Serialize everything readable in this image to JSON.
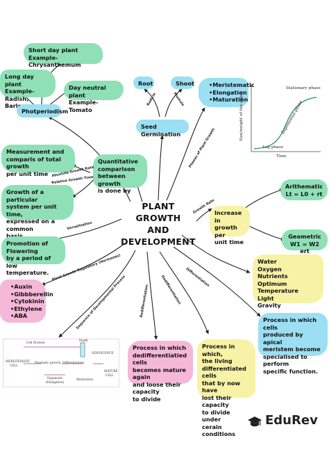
{
  "center_title": [
    "PLANT GROWTH",
    "AND",
    "DEVELOPMENT"
  ],
  "photoperiodism": {
    "short_day": [
      "Short day plant",
      "Example- Chrysanthemum"
    ],
    "long_day": [
      "Long day plant",
      "Example- Radish,",
      "Barley"
    ],
    "day_neutral": [
      "Day neutral plant",
      "Example- Tomato"
    ],
    "label": "Photperiodism"
  },
  "seed_germination": {
    "root": "Root",
    "shoot": "Shoot",
    "radicle": "Radicle",
    "plumule": "Plumule",
    "label": "Seed Germination"
  },
  "phases": {
    "items": [
      "Meristematic",
      "Elongation",
      "Maturation"
    ],
    "link_label": "Phases of Plant Growth"
  },
  "growth_graph": {
    "title": "Stationary phase",
    "mid": "Exponential phase",
    "lag": "Lag phase",
    "xlabel": "Time",
    "ylabel": "Size/weight of the organ"
  },
  "quantitative": {
    "text": [
      "Quantitative",
      "comparison",
      "between growth",
      "is done by"
    ],
    "absolute_label": "Absolute Growth Rate",
    "relative_label": "Relative Growth Time",
    "measurement": [
      "Measurement and",
      "comparis of total growth",
      "per unit time"
    ],
    "growth_particular": [
      "Growth of a particular",
      "system per unit time,",
      "expressed on a common",
      "basis."
    ]
  },
  "vernalisation": {
    "link_label": "Vernalisation",
    "text": [
      "Promotion of Flowering",
      "by a period of low",
      "temperature."
    ]
  },
  "regulators": {
    "link_label": "Plant Growth Regulatory (Hormones)",
    "items": [
      "Auxin",
      "Gibbberellin",
      "Cytokinin",
      "Ethylene",
      "ABA"
    ]
  },
  "growth_rate": {
    "link_label": "Growth Rate",
    "text": [
      "Increase in",
      "growth per",
      "unit time"
    ],
    "arithmetic": [
      "Arithematic",
      "Lt = L0 + rt"
    ],
    "geometric": [
      "Geometric",
      "W1 = W2 ert"
    ]
  },
  "conditions": [
    "Water",
    "Oxygen",
    "Nutrients",
    "Optimum Temperature",
    "Light",
    "Gravity"
  ],
  "sequence": {
    "link_label": "Sequence of Developmental Process",
    "diagram": {
      "cell_division": "Cell Division",
      "death": "Death",
      "meristematic": [
        "MERISTEMATIC",
        "CELL"
      ],
      "plasmatic": "Plasmatic growth",
      "differentiation": "Differentiation",
      "senescence": "SENESCENCE",
      "expansion": [
        "Expansion",
        "(Elongation)"
      ],
      "maturation": "Maturation",
      "mature_cell": [
        "MATURE",
        "CELL"
      ]
    }
  },
  "redifferentiation": {
    "link_label": "Redifferentiation",
    "text": [
      "Process in which",
      "dedifferentiatied cells",
      "becomes mature again",
      "and loose their capacity",
      "to divide"
    ]
  },
  "dedifferentiation": {
    "link_label": "Dedifferentiation",
    "text": [
      "Process in which,",
      "the living",
      "differentiated cells",
      "that by now have",
      "lost their capacity",
      "to divide under",
      "cerain conditions"
    ]
  },
  "differentiation": {
    "link_label": "Differentiation",
    "text": [
      "Process in which cells",
      "produced by apical",
      "meristem become",
      "specialised to perform",
      "specific function."
    ]
  },
  "brand": "EduRev"
}
